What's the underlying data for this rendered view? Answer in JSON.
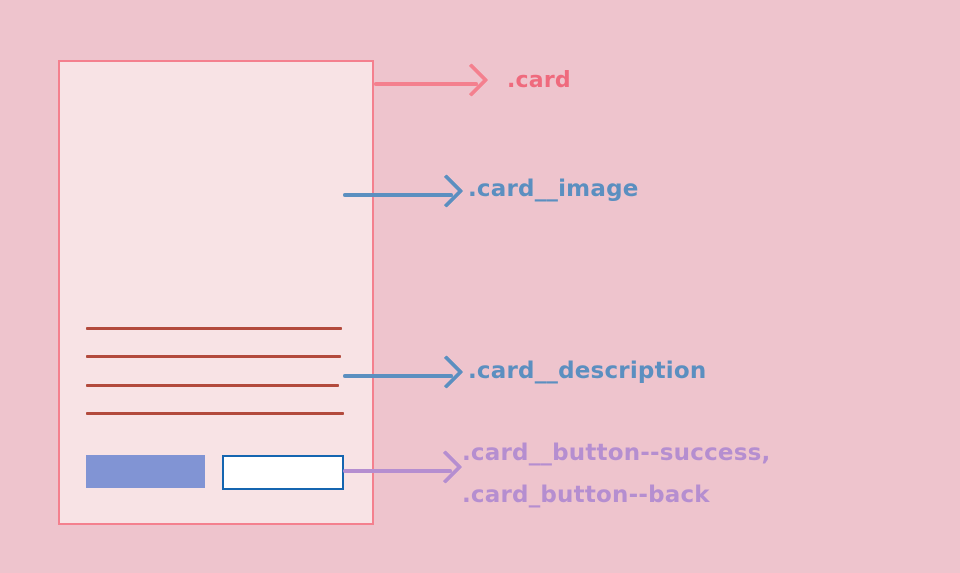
{
  "diagram": {
    "title": "BEM card component annotation diagram",
    "background_color": "#eec4cd"
  },
  "card_mock": {
    "block_label": ".card",
    "border_color": "#f4808e",
    "fill_color": "#f8e3e5",
    "image_region": {
      "name": "card-image-region"
    },
    "description_region": {
      "name": "card-description-region",
      "line_color": "#b34a3c",
      "line_count": 4
    },
    "actions": {
      "success_button": {
        "fill_color": "#8194d4"
      },
      "back_button": {
        "fill_color": "#ffffff",
        "border_color": "#1565b0"
      }
    }
  },
  "annotations": [
    {
      "id": "card",
      "label": ".card",
      "color": "#ef6a7d",
      "arrow_color": "#f4808e"
    },
    {
      "id": "card-image",
      "label": ".card__image",
      "color": "#5b8fc0",
      "arrow_color": "#5b8fc0"
    },
    {
      "id": "card-description",
      "label": ".card__description",
      "color": "#5b8fc0",
      "arrow_color": "#5b8fc0"
    },
    {
      "id": "card-buttons",
      "label_line_1": ".card__button--success,",
      "label_line_2": ".card_button--back",
      "color": "#b58ed0",
      "arrow_color": "#b58ed0"
    }
  ]
}
